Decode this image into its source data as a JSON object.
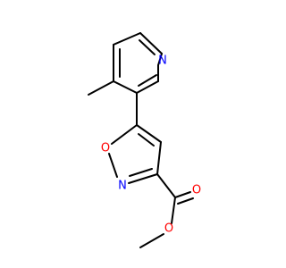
{
  "molecule": {
    "atoms": [
      {
        "element": "N",
        "label": "N",
        "color": "#0000ff"
      },
      {
        "element": "O",
        "label": "O",
        "color": "#ff0000"
      },
      {
        "element": "N",
        "label": "N",
        "color": "#0000ff"
      },
      {
        "element": "O",
        "label": "O",
        "color": "#ff0000"
      },
      {
        "element": "O",
        "label": "O",
        "color": "#ff0000"
      }
    ],
    "bond_color": "#000000",
    "background": "#ffffff"
  }
}
